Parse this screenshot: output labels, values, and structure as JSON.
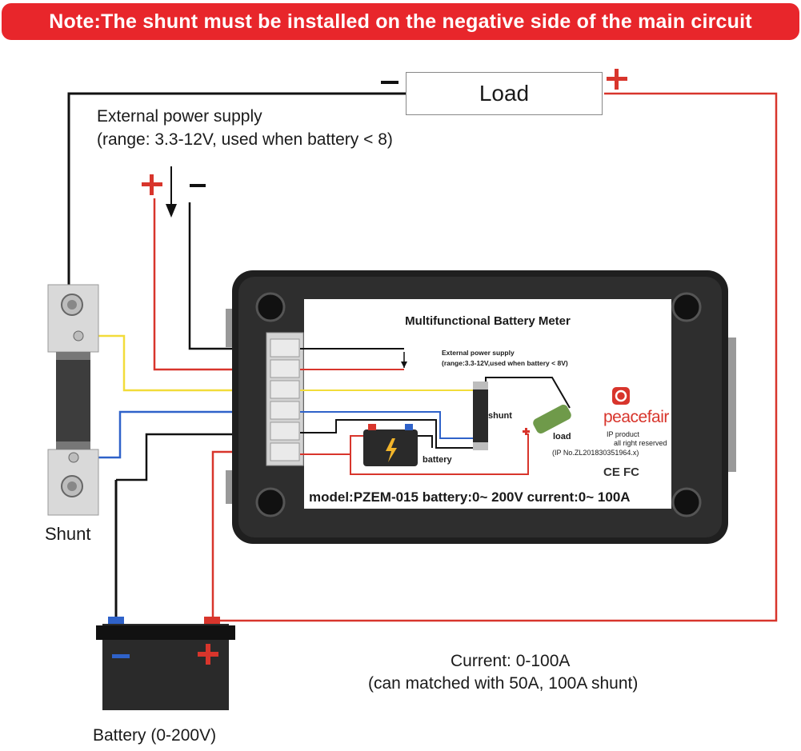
{
  "note": "Note:The shunt must be installed on the negative side of the main circuit",
  "load": {
    "label": "Load",
    "minus": "−",
    "plus": "+"
  },
  "external_power": {
    "line1": "External power supply",
    "line2": "(range: 3.3-12V, used when battery < 8)",
    "plus": "+",
    "minus": "−"
  },
  "shunt_label": "Shunt",
  "battery": {
    "label": "Battery (0-200V)",
    "plus": "+",
    "minus": "−"
  },
  "current": {
    "line1": "Current: 0-100A",
    "line2": "(can matched with 50A, 100A shunt)"
  },
  "meter": {
    "title": "Multifunctional Battery Meter",
    "model": "model:PZEM-015 battery:0~ 200V current:0~ 100A",
    "eps_line1": "External power supply",
    "eps_line2": "(range:3.3-12V,used when battery < 8V)",
    "shunt": "shunt",
    "load": "load",
    "battery": "battery",
    "brand": "peacefair",
    "brand_sub1": "IP product",
    "brand_sub2": "all right reserved",
    "brand_sub3": "(IP No.ZL201830351964.x)",
    "cert": "CE FC"
  },
  "colors": {
    "banner": "#e8262b",
    "wire_red": "#d8352c",
    "wire_yellow": "#f2dc3a",
    "wire_blue": "#2f62c9",
    "wire_black": "#111111"
  }
}
